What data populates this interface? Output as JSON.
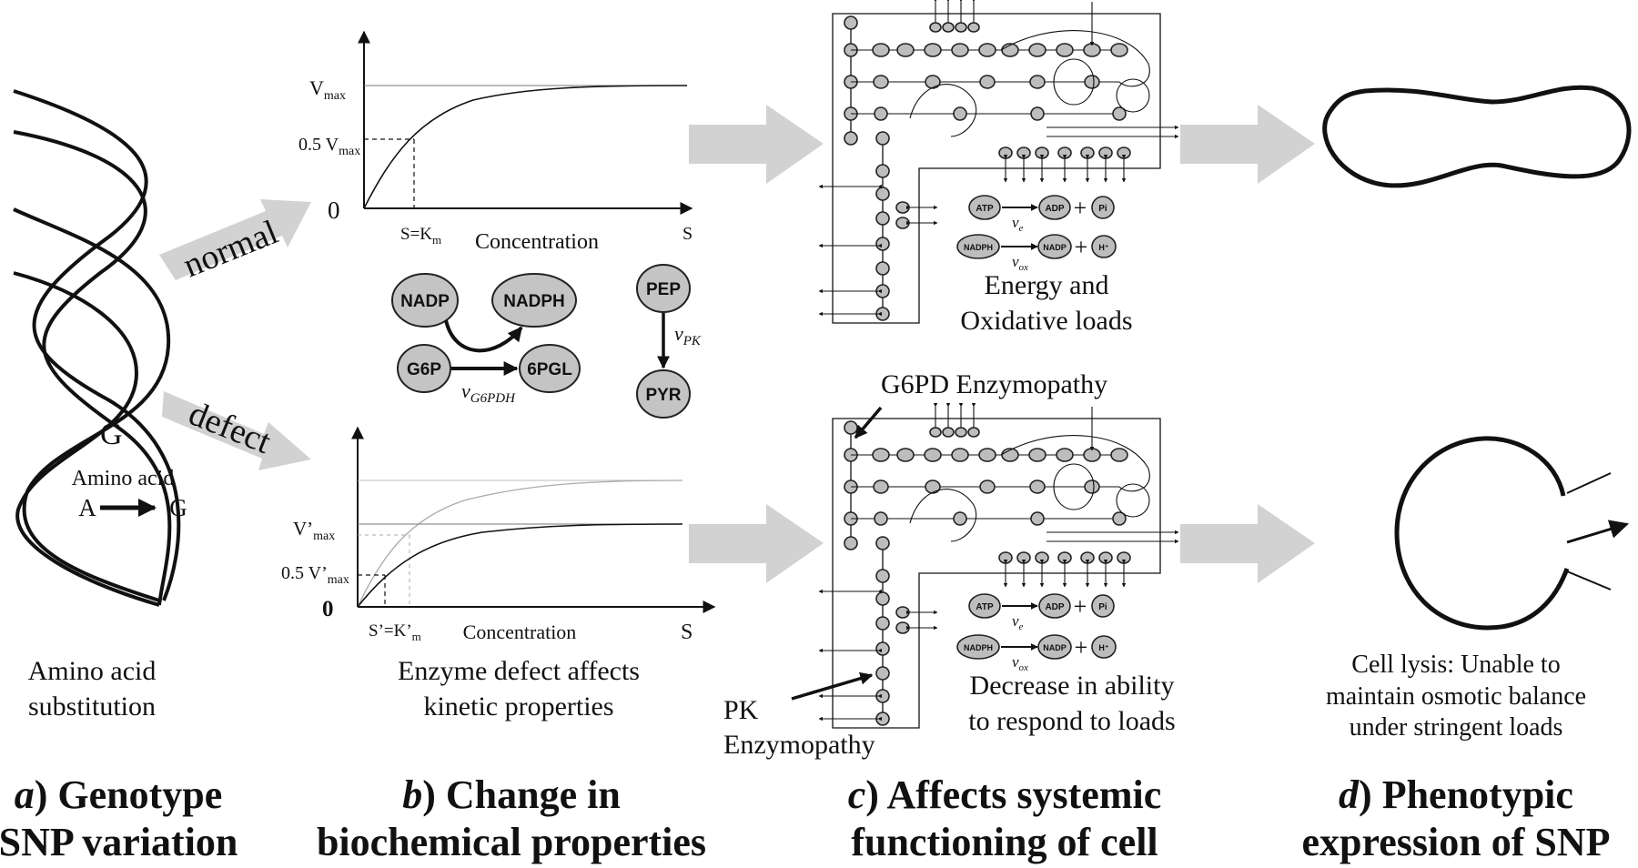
{
  "panel_a": {
    "base_letter": "G",
    "substitution_title": "Amino acid",
    "from_acid": "A",
    "to_acid": "G",
    "description_line1": "Amino acid",
    "description_line2": "substitution",
    "caption_letter": "a",
    "caption_line1": ") Genotype",
    "caption_line2": "SNP variation"
  },
  "arrows": {
    "normal_label": "normal",
    "defect_label": "defect"
  },
  "panel_b": {
    "normal_chart": {
      "vmax_label": "V",
      "vmax_sub": "max",
      "half_label": "0.5 V",
      "half_sub": "max",
      "zero_label": "0",
      "km_label": "S=K",
      "km_sub": "m",
      "xlabel": "Concentration",
      "s_label": "S"
    },
    "defect_chart": {
      "vmax_label": "V’",
      "vmax_sub": "max",
      "half_label": "0.5 V’",
      "half_sub": "max",
      "zero_label": "0",
      "km_label": "S’=K’",
      "km_sub": "m",
      "xlabel": "Concentration",
      "s_label": "S"
    },
    "reactions": {
      "nadp": "NADP",
      "nadph": "NADPH",
      "g6p": "G6P",
      "pgl": "6PGL",
      "rate_g6pdh": "v",
      "rate_g6pdh_sub": "G6PDH",
      "pep": "PEP",
      "pyr": "PYR",
      "rate_pk": "v",
      "rate_pk_sub": "PK"
    },
    "description_line1": "Enzyme defect affects",
    "description_line2": "kinetic properties",
    "caption_letter": "b",
    "caption_line1": ") Change in",
    "caption_line2": "biochemical properties"
  },
  "panel_c": {
    "top": {
      "atp": "ATP",
      "adp": "ADP",
      "pi": "Pi",
      "nadph": "NADPH",
      "nadp": "NADP",
      "h": "H⁺",
      "rate_e": "v",
      "rate_e_sub": "e",
      "rate_ox": "v",
      "rate_ox_sub": "ox",
      "plus": "+",
      "load_line1": "Energy and",
      "load_line2": "Oxidative loads"
    },
    "bottom": {
      "g6pd_label": "G6PD Enzymopathy",
      "pk_label_line1": "PK",
      "pk_label_line2": "Enzymopathy",
      "atp": "ATP",
      "adp": "ADP",
      "pi": "Pi",
      "nadph": "NADPH",
      "nadp": "NADP",
      "h": "H⁺",
      "rate_e": "v",
      "rate_e_sub": "e",
      "rate_ox": "v",
      "rate_ox_sub": "ox",
      "plus": "+",
      "load_line1": "Decrease in ability",
      "load_line2": "to respond to loads"
    },
    "caption_letter": "c",
    "caption_line1": ") Affects systemic",
    "caption_line2": "functioning of cell"
  },
  "panel_d": {
    "description_line1": "Cell lysis:  Unable to",
    "description_line2": "maintain osmotic balance",
    "description_line3": "under stringent loads",
    "caption_letter": "d",
    "caption_line1": ") Phenotypic",
    "caption_line2": "expression of SNP"
  },
  "colors": {
    "arrow_fill": "#d2d2d2",
    "node_fill": "#bdbdbd",
    "ink": "#111111"
  }
}
